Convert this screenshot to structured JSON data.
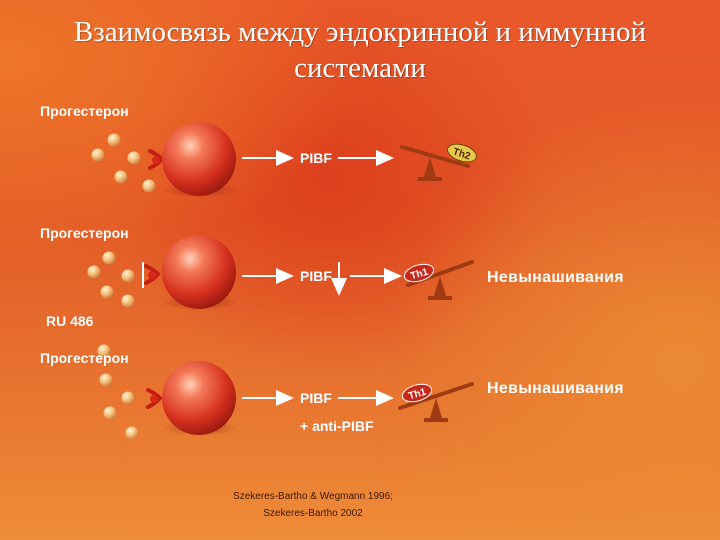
{
  "title": "Взаимосвязь между эндокринной и иммунной системами",
  "rows": [
    {
      "hormone_label": "Прогестерон",
      "mediator_label": "PIBF",
      "cell_label": "Th2",
      "outcome_label": ""
    },
    {
      "hormone_label": "Прогестерон",
      "mediator_label": "PIBF",
      "cell_label": "Th1",
      "outcome_label": "Невынашивания",
      "blocker_label": "RU 486"
    },
    {
      "hormone_label": "Прогестерон",
      "mediator_label": "PIBF",
      "cell_label": "Th1",
      "outcome_label": "Невынашивания",
      "antibody_label": "+ anti-PIBF"
    }
  ],
  "citation": {
    "line1": "Szekeres-Bartho & Wegmann 1996;",
    "line2": "Szekeres-Bartho 2002"
  },
  "colors": {
    "hormone_dot": "#f5c07a",
    "cell_sphere": "#e23a22",
    "balance_arm": "#a03a12",
    "th2_tag": "#e8c84a",
    "th1_tag": "#c8281c"
  }
}
